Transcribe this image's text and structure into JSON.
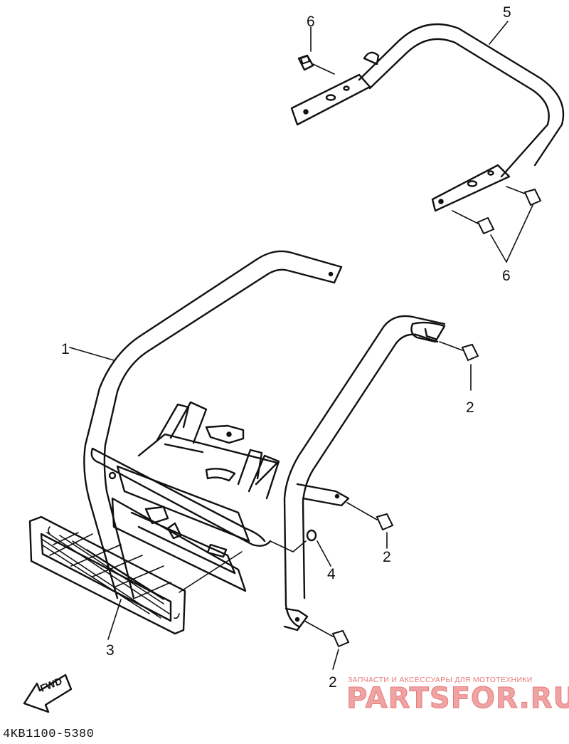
{
  "diagram": {
    "drawing_code": "4KB1100-5380",
    "callouts": {
      "part_1": "1",
      "part_2a": "2",
      "part_2b": "2",
      "part_2c": "2",
      "part_3": "3",
      "part_4": "4",
      "part_5": "5",
      "part_6a": "6",
      "part_6b": "6"
    },
    "direction_marker": "FWD",
    "watermark": {
      "tagline": "ЗАПЧАСТИ И АКСЕССУАРЫ ДЛЯ МОТОТЕХНИКИ",
      "brand": "PARTSFOR.RU"
    }
  },
  "colors": {
    "line": "#111111",
    "watermark": "#e87b7b"
  }
}
